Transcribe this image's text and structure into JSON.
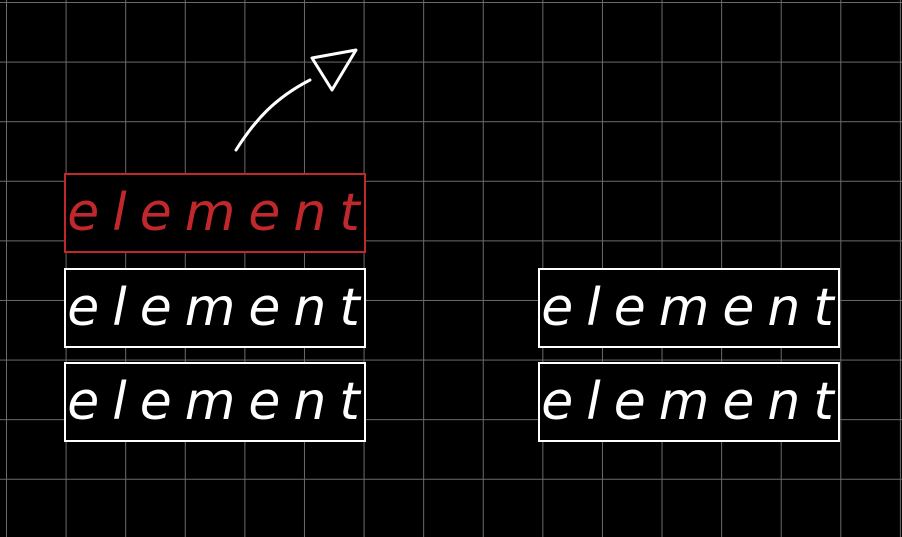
{
  "diagram": {
    "highlight_color": "#c0282b",
    "stroke_color": "#ffffff",
    "background_color": "#000000",
    "grid_color": "#6b6b6b",
    "left_column": [
      {
        "label": "element",
        "highlighted": true
      },
      {
        "label": "element",
        "highlighted": false
      },
      {
        "label": "element",
        "highlighted": false
      }
    ],
    "right_column": [
      {
        "label": "element",
        "highlighted": false
      },
      {
        "label": "element",
        "highlighted": false
      }
    ],
    "arrow_icon": "arrow-up-right-icon"
  }
}
